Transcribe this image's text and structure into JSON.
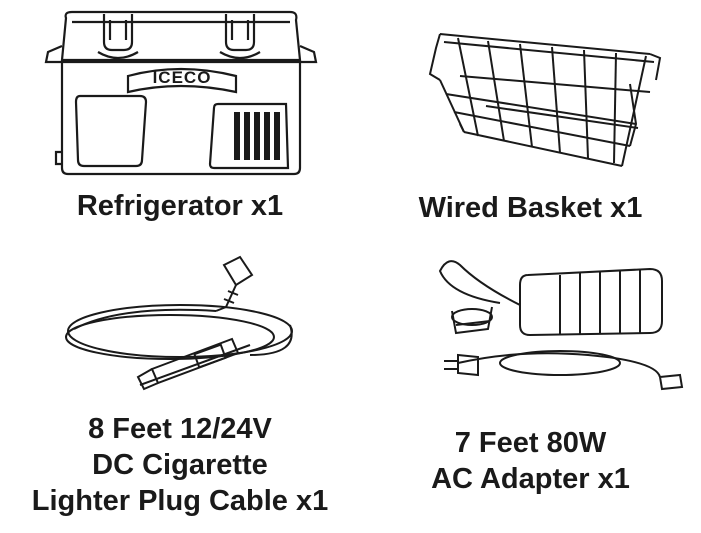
{
  "items": [
    {
      "caption": [
        "Refrigerator x1"
      ],
      "logo": "ICECO",
      "icon": "refrigerator-icon"
    },
    {
      "caption": [
        "Wired Basket x1"
      ],
      "icon": "wire-basket-icon"
    },
    {
      "caption": [
        "8 Feet 12/24V",
        "DC Cigarette",
        "Lighter Plug Cable x1"
      ],
      "icon": "dc-cable-icon"
    },
    {
      "caption": [
        "7 Feet 80W",
        "AC Adapter x1"
      ],
      "icon": "ac-adapter-icon"
    }
  ],
  "colors": {
    "line": "#1a1a1a",
    "background": "#ffffff"
  }
}
